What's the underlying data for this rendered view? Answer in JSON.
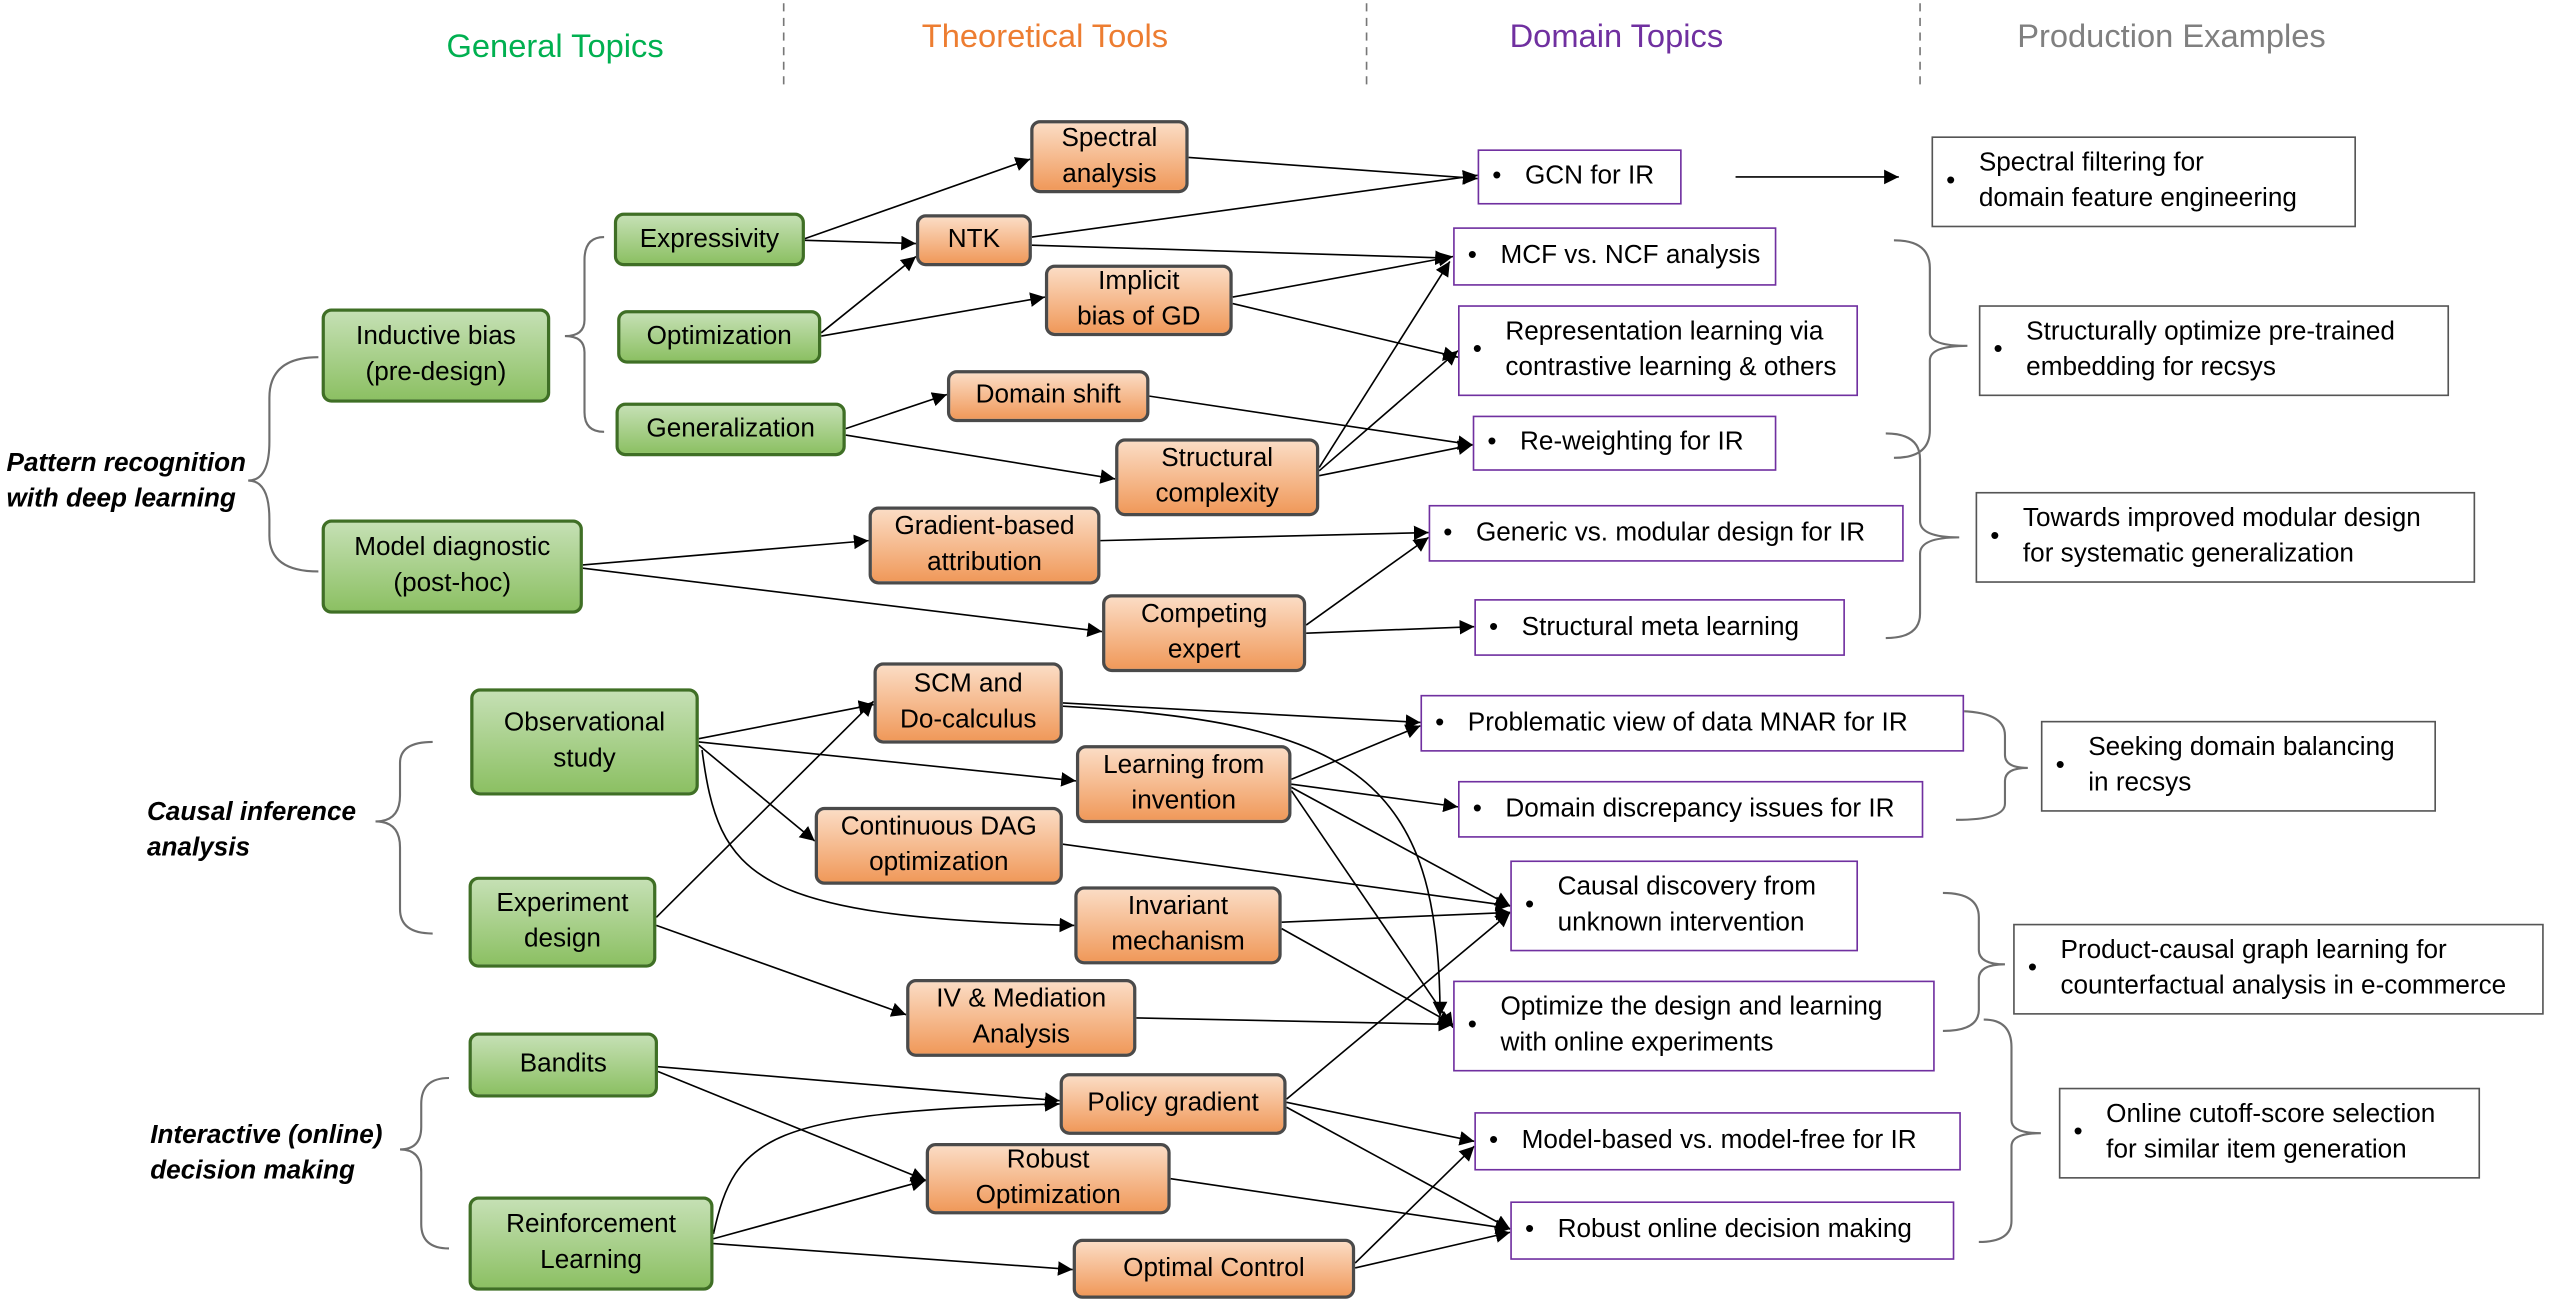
{
  "colors": {
    "general": "#00b050",
    "theoretical": "#ed7d31",
    "domain": "#7030a0",
    "production": "#808080",
    "green_fill": "#a9d18e",
    "orange_fill": "#f4b183"
  },
  "headers": {
    "general": "General Topics",
    "theoretical": "Theoretical Tools",
    "domain": "Domain Topics",
    "production": "Production Examples"
  },
  "groups": {
    "pattern": [
      "Pattern recognition",
      "with deep learning"
    ],
    "causal": [
      "Causal inference",
      "analysis"
    ],
    "interactive": [
      "Interactive (online)",
      "decision making"
    ]
  },
  "general_nodes": {
    "inductive_bias": [
      "Inductive bias",
      "(pre-design)"
    ],
    "model_diagnostic": [
      "Model diagnostic",
      "(post-hoc)"
    ],
    "expressivity": "Expressivity",
    "optimization": "Optimization",
    "generalization": "Generalization",
    "observational_study": [
      "Observational",
      "study"
    ],
    "experiment_design": [
      "Experiment",
      "design"
    ],
    "bandits": "Bandits",
    "reinforcement_learning": [
      "Reinforcement",
      "Learning"
    ]
  },
  "tool_nodes": {
    "spectral": [
      "Spectral",
      "analysis"
    ],
    "ntk": "NTK",
    "implicit_bias": [
      "Implicit",
      "bias of GD"
    ],
    "domain_shift": "Domain shift",
    "structural_complexity": [
      "Structural",
      "complexity"
    ],
    "gradient_attribution": [
      "Gradient-based",
      "attribution"
    ],
    "competing_expert": [
      "Competing",
      "expert"
    ],
    "scm": [
      "SCM and",
      "Do-calculus"
    ],
    "learning_invention": [
      "Learning from",
      "invention"
    ],
    "continuous_dag": [
      "Continuous DAG",
      "optimization"
    ],
    "invariant_mechanism": [
      "Invariant",
      "mechanism"
    ],
    "iv_mediation": [
      "IV & Mediation",
      "Analysis"
    ],
    "policy_gradient": "Policy gradient",
    "robust_optimization": [
      "Robust",
      "Optimization"
    ],
    "optimal_control": "Optimal Control"
  },
  "domain_nodes": {
    "gcn": [
      "GCN for IR"
    ],
    "mcf_ncf": [
      "MCF vs. NCF analysis"
    ],
    "representation": [
      "Representation learning via",
      "contrastive learning & others"
    ],
    "reweighting": [
      "Re-weighting for IR"
    ],
    "generic_modular": [
      "Generic vs. modular design for IR"
    ],
    "structural_meta": [
      "Structural meta learning"
    ],
    "problematic_view": [
      "Problematic view of data MNAR for IR"
    ],
    "domain_discrepancy": [
      "Domain discrepancy issues for IR"
    ],
    "causal_discovery": [
      "Causal discovery from",
      "unknown intervention"
    ],
    "optimize_design": [
      "Optimize the design and learning",
      "with online experiments"
    ],
    "model_based": [
      "Model-based vs. model-free for IR"
    ],
    "robust_online": [
      "Robust online decision making"
    ]
  },
  "production_nodes": {
    "spectral_filtering": [
      "Spectral filtering for",
      "domain feature engineering"
    ],
    "structurally_optimize": [
      "Structurally optimize pre-trained",
      "embedding for recsys"
    ],
    "modular_design": [
      "Towards improved modular design",
      "for systematic generalization"
    ],
    "domain_balancing": [
      "Seeking domain balancing",
      "in recsys"
    ],
    "product_causal": [
      "Product-causal graph learning for",
      "counterfactual analysis in e-commerce"
    ],
    "online_cutoff": [
      "Online cutoff-score selection",
      "for similar item generation"
    ]
  },
  "bullet": "•"
}
